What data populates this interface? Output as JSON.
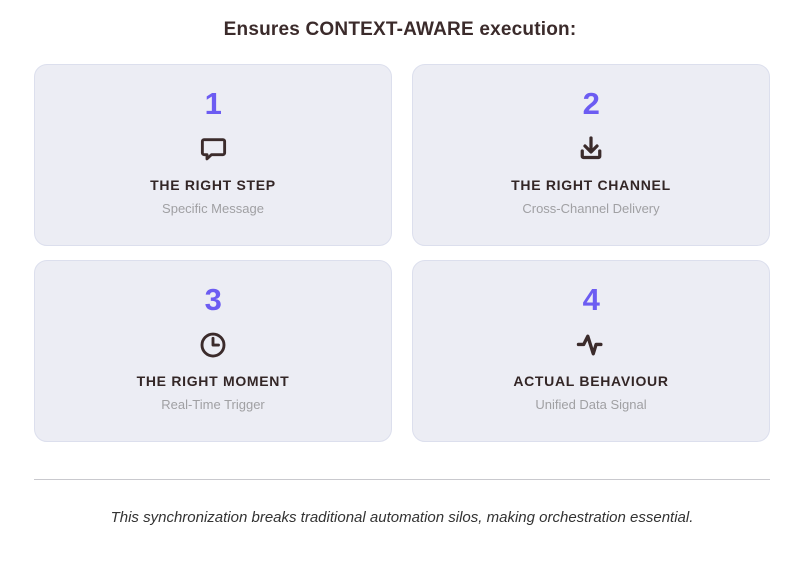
{
  "headline": "Ensures CONTEXT-AWARE execution:",
  "colors": {
    "accent_purple": "#6c5cf2",
    "card_background": "#ecedf4",
    "card_border": "#dcdfed",
    "title_text": "#332626",
    "subtitle_text": "#a0a0a3",
    "divider": "#c9c9ce",
    "page_background": "#ffffff",
    "footnote_text": "#333333"
  },
  "cards": [
    {
      "number": "1",
      "icon": "chat-bubble-icon",
      "title": "THE RIGHT STEP",
      "subtitle": "Specific Message"
    },
    {
      "number": "2",
      "icon": "download-icon",
      "title": "THE RIGHT CHANNEL",
      "subtitle": "Cross-Channel Delivery"
    },
    {
      "number": "3",
      "icon": "clock-icon",
      "title": "THE RIGHT MOMENT",
      "subtitle": "Real-Time Trigger"
    },
    {
      "number": "4",
      "icon": "pulse-activity-icon",
      "title": "ACTUAL BEHAVIOUR",
      "subtitle": "Unified Data Signal"
    }
  ],
  "footnote": "This synchronization breaks traditional automation silos, making orchestration essential."
}
